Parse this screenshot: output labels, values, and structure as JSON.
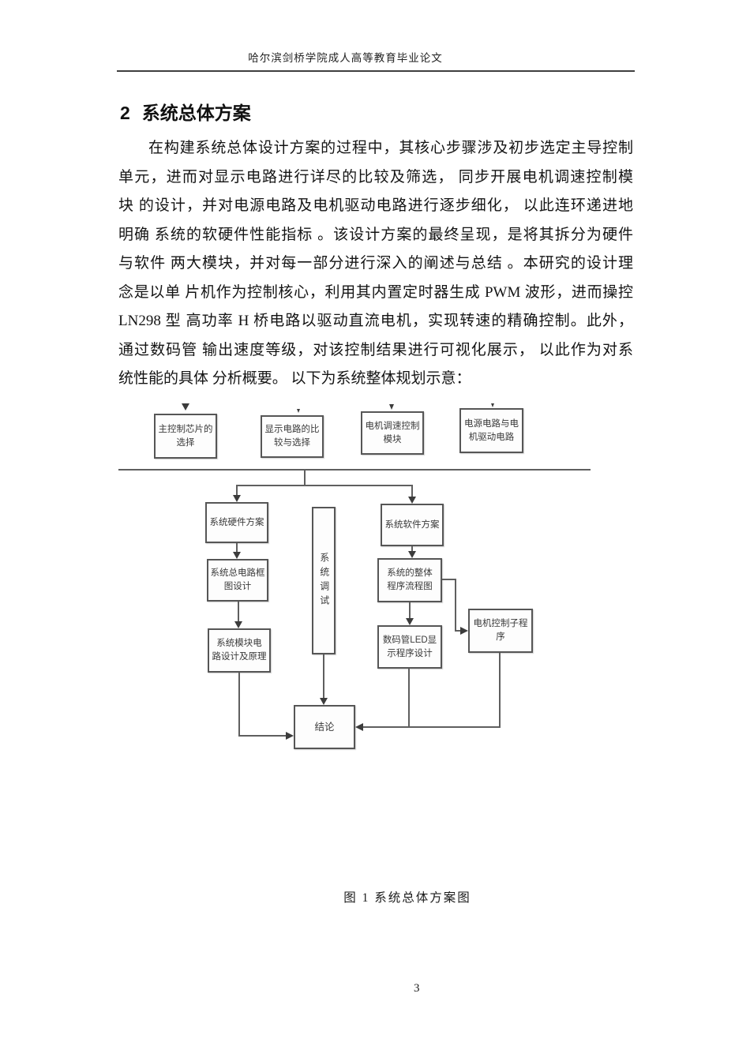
{
  "page": {
    "header_title": "哈尔滨剑桥学院成人高等教育毕业论文",
    "heading": {
      "number": "2",
      "title": "系统总体方案"
    },
    "paragraph_lines": [
      "在构建系统总体设计方案的过程中，其核心步骤涉及初步选定主导控制",
      "单元，进而对显示电路进行详尽的比较及筛选， 同步开展电机调速控制模",
      "块 的设计，并对电源电路及电机驱动电路进行逐步细化， 以此连环递进地",
      "明确 系统的软硬件性能指标 。该设计方案的最终呈现，是将其拆分为硬件",
      "与软件 两大模块，并对每一部分进行深入的阐述与总结 。本研究的设计理",
      "念是以单 片机作为控制核心，利用其内置定时器生成 PWM 波形，进而操控",
      "LN298 型 高功率 H 桥电路以驱动直流电机，实现转速的精确控制。此外，",
      "通过数码管 输出速度等级，对该控制结果进行可视化展示， 以此作为对系",
      "统性能的具体 分析概要。 以下为系统整体规划示意："
    ],
    "figure_caption": "图 1  系统总体方案图",
    "page_number": "3"
  },
  "flowchart": {
    "line_color": "#5f5f5f",
    "box_border_color": "#565656",
    "boxes": {
      "main_chip": "主控制芯片的\n选择",
      "display_circuit": "显示电路的比\n较与选择",
      "motor_speed": "电机调速控制\n模块",
      "power_drive": "电源电路与电\n机驱动电路",
      "hardware_plan": "系统硬件方案",
      "overall_circuit": "系统总电路框\n图设计",
      "module_circuit": "系统模块电\n路设计及原理",
      "debug": "系统调试",
      "software_plan": "系统软件方案",
      "program_flow": "系统的整体\n程序流程图",
      "led_display": "数码管LED显\n示程序设计",
      "motor_sub": "电机控制子程\n序",
      "conclusion": "结论"
    }
  }
}
